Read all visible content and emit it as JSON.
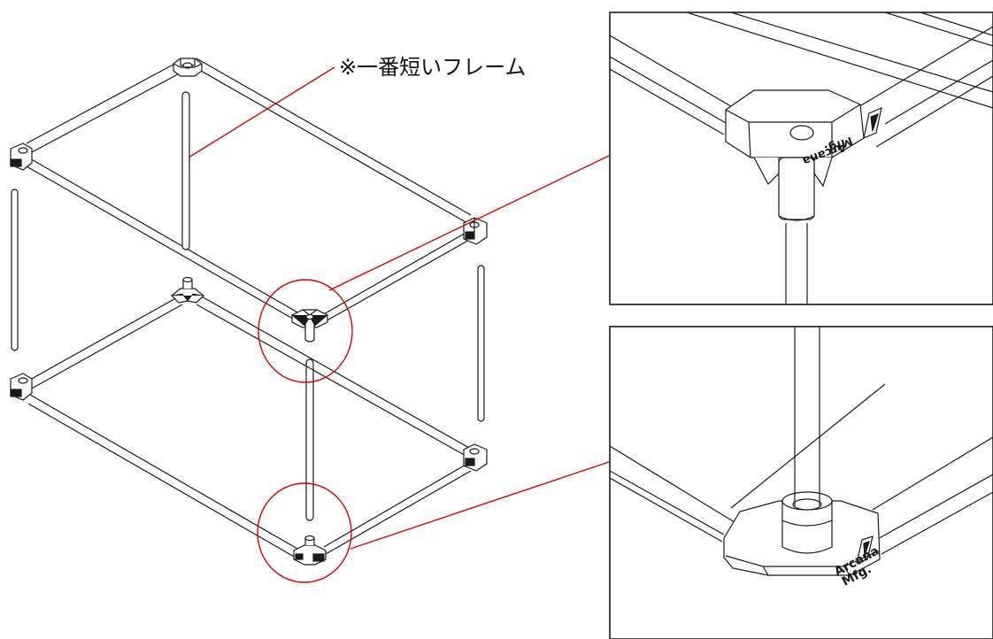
{
  "annotation": {
    "label": "※一番短いフレーム"
  },
  "brand": {
    "line1": "Arcana",
    "line2": "Mfg."
  },
  "colors": {
    "line": "#1a1a1a",
    "callout": "#e00000",
    "background": "#ffffff"
  },
  "views": {
    "main": "frame-assembly-exploded",
    "detail_top": "top-corner-connector",
    "detail_bottom": "bottom-corner-connector"
  }
}
